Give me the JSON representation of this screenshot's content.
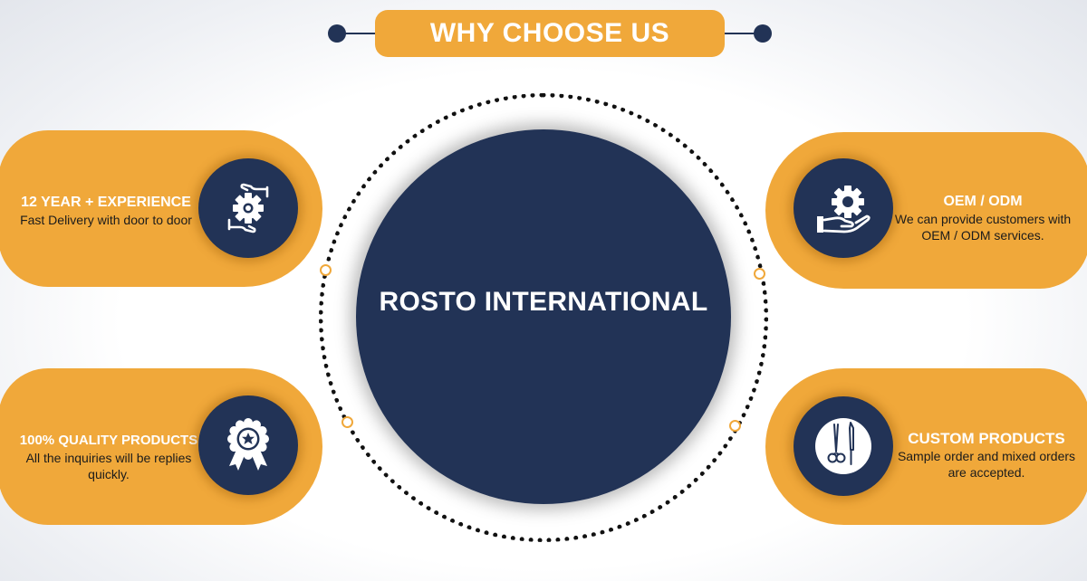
{
  "header": {
    "title": "WHY CHOOSE US"
  },
  "center": {
    "title": "ROSTO INTERNATIONAL"
  },
  "features": [
    {
      "title": "12 YEAR + EXPERIENCE",
      "description": "Fast Delivery with door to door",
      "icon": "gear-hands-icon"
    },
    {
      "title": "OEM / ODM",
      "description_lines": [
        "We can provide customers with",
        "OEM / ODM services."
      ],
      "icon": "gear-hand-icon"
    },
    {
      "title": "100% QUALITY PRODUCTS",
      "description_lines": [
        "All the inquiries will be replies",
        "quickly."
      ],
      "icon": "quality-badge-icon"
    },
    {
      "title": "CUSTOM PRODUCTS",
      "description_lines": [
        "Sample order and mixed orders",
        "are accepted."
      ],
      "icon": "surgical-tools-icon"
    }
  ],
  "colors": {
    "accent": "#f0a83a",
    "navy": "#223356",
    "background": "#ffffff"
  }
}
